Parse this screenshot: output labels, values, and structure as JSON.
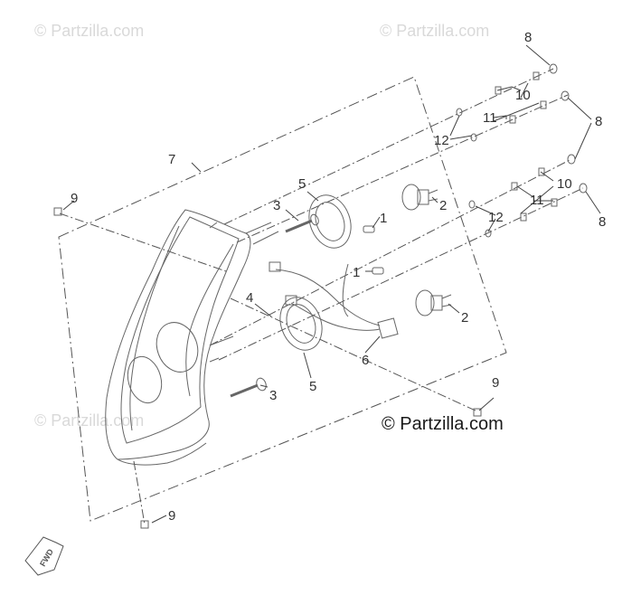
{
  "watermarks": [
    "© Partzilla.com",
    "© Partzilla.com",
    "© Partzilla.com"
  ],
  "credit": "© Partzilla.com",
  "direction_label": "FWD",
  "callouts": {
    "c1a": "1",
    "c1b": "1",
    "c2a": "2",
    "c2b": "2",
    "c3a": "3",
    "c3b": "3",
    "c4": "4",
    "c5a": "5",
    "c5b": "5",
    "c6": "6",
    "c7": "7",
    "c8a": "8",
    "c8b": "8",
    "c8c": "8",
    "c9a": "9",
    "c9b": "9",
    "c9c": "9",
    "c10a": "10",
    "c10b": "10",
    "c11a": "11",
    "c11b": "11",
    "c12a": "12",
    "c12b": "12"
  },
  "colors": {
    "line": "#555555",
    "part": "#777777",
    "callout": "#333333",
    "watermark": "#d9d9d9"
  }
}
